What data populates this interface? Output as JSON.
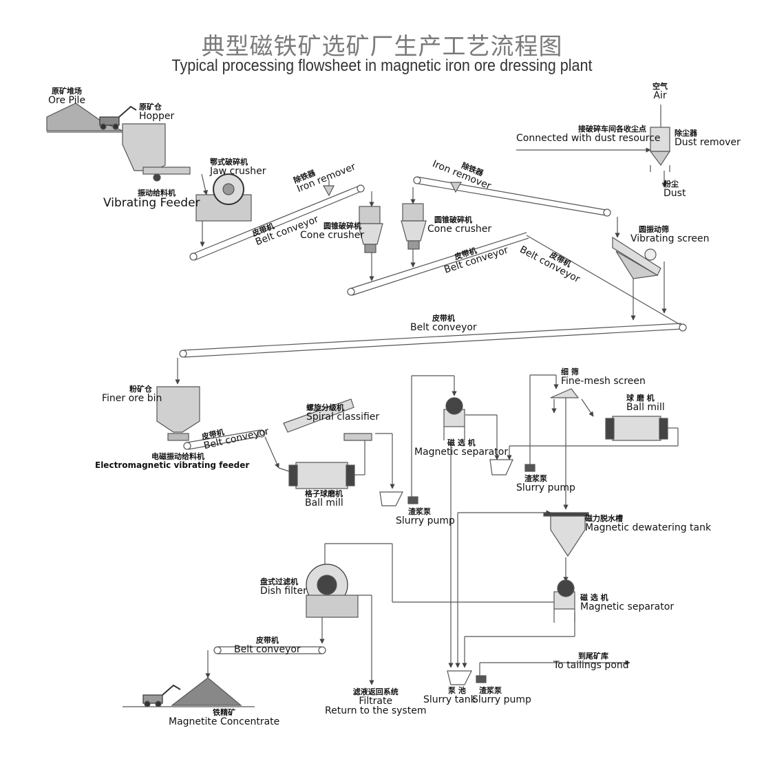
{
  "title": {
    "cn": "典型磁铁矿选矿厂生产工艺流程图",
    "en": "Typical processing flowsheet in magnetic iron ore dressing plant"
  },
  "labels": {
    "ore_pile": {
      "cn": "原矿堆场",
      "en": "Ore Pile"
    },
    "hopper": {
      "cn": "原矿仓",
      "en": "Hopper"
    },
    "vibrating_feeder": {
      "cn": "振动给料机",
      "en": "Vibrating Feeder"
    },
    "jaw_crusher": {
      "cn": "鄂式破碎机",
      "en": "Jaw crusher"
    },
    "belt1": {
      "cn": "皮带机",
      "en": "Belt conveyor"
    },
    "iron_remover1": {
      "cn": "除铁器",
      "en": "Iron remover"
    },
    "cone_crusher1": {
      "cn": "圆锥破碎机",
      "en": "Cone crusher"
    },
    "cone_crusher2": {
      "cn": "圆锥破碎机",
      "en": "Cone crusher"
    },
    "iron_remover2": {
      "cn": "除铁器",
      "en": "Iron remover"
    },
    "belt2": {
      "cn": "皮带机",
      "en": "Belt conveyor"
    },
    "belt3": {
      "cn": "皮带机",
      "en": "Belt conveyor"
    },
    "air": {
      "cn": "空气",
      "en": "Air"
    },
    "dust_connect": {
      "cn": "接破碎车间各收尘点",
      "en": "Connected with dust resource"
    },
    "dust_remover": {
      "cn": "除尘器",
      "en": "Dust remover"
    },
    "dust": {
      "cn": "粉尘",
      "en": "Dust"
    },
    "vibrating_screen": {
      "cn": "圆振动筛",
      "en": "Vibrating screen"
    },
    "belt4": {
      "cn": "皮带机",
      "en": "Belt conveyor"
    },
    "finer_ore_bin": {
      "cn": "粉矿仓",
      "en": "Finer ore bin"
    },
    "belt5": {
      "cn": "皮带机",
      "en": "Belt conveyor"
    },
    "em_feeder": {
      "cn": "电磁振动给料机",
      "en": "Electromagnetic vibrating feeder"
    },
    "spiral_classifier": {
      "cn": "螺旋分级机",
      "en": "Spiral classifier"
    },
    "grid_ball_mill": {
      "cn": "格子球磨机",
      "en": "Ball mill"
    },
    "slurry_pump1": {
      "cn": "渣浆泵",
      "en": "Slurry pump"
    },
    "mag_sep1": {
      "cn": "磁 选 机",
      "en": "Magnetic separator"
    },
    "fine_screen": {
      "cn": "细 筛",
      "en": "Fine-mesh screen"
    },
    "ball_mill2": {
      "cn": "球 磨 机",
      "en": "Ball mill"
    },
    "slurry_pump2": {
      "cn": "渣浆泵",
      "en": "Slurry pump"
    },
    "dewater_tank": {
      "cn": "磁力脱水槽",
      "en": "Magnetic dewatering tank"
    },
    "dish_filter": {
      "cn": "盘式过滤机",
      "en": "Dish filter"
    },
    "mag_sep2": {
      "cn": "磁 选 机",
      "en": "Magnetic separator"
    },
    "belt6": {
      "cn": "皮带机",
      "en": "Belt conveyor"
    },
    "tailings": {
      "cn": "到尾矿库",
      "en": "To tailings pond"
    },
    "concentrate": {
      "cn": "铁精矿",
      "en": "Magnetite Concentrate"
    },
    "filtrate": {
      "cn": "滤液返回系统",
      "en": "Filtrate",
      "en2": "Return to the system"
    },
    "slurry_tank": {
      "cn": "泵 池",
      "en": "Slurry tank"
    },
    "slurry_pump3": {
      "cn": "渣浆泵",
      "en": "Slurry pump"
    }
  },
  "colors": {
    "line": "#555555",
    "equipment_fill": "#d0d0d0",
    "equipment_dark": "#3a3a3a",
    "pile": "#9a9a9a"
  }
}
